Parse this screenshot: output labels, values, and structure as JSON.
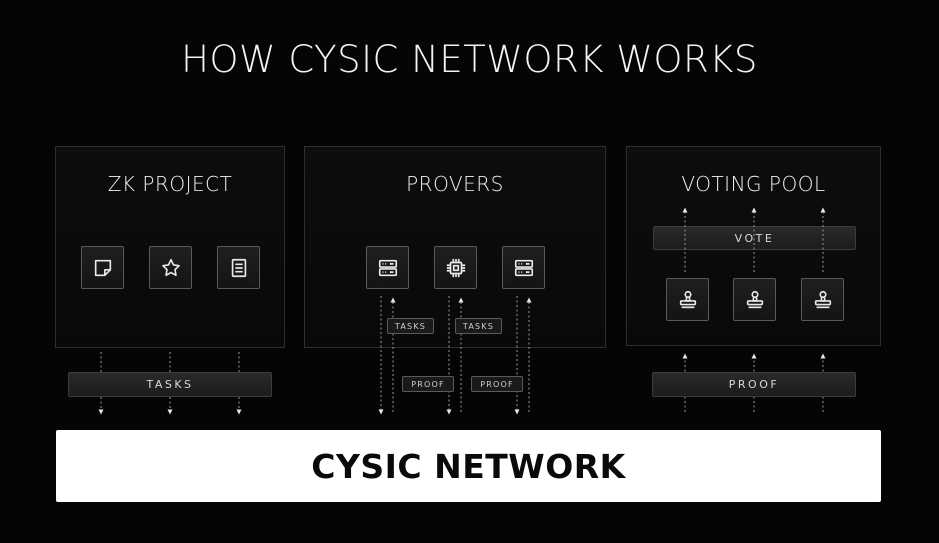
{
  "title": "HOW CYSIC NETWORK WORKS",
  "panels": {
    "zk_project": {
      "title": "ZK PROJECT",
      "icons": [
        "sticky-note-icon",
        "star-icon",
        "document-icon"
      ]
    },
    "provers": {
      "title": "PROVERS",
      "icons": [
        "server-icon",
        "cpu-chip-icon",
        "server-icon"
      ]
    },
    "voting_pool": {
      "title": "VOTING POOL",
      "icons": [
        "stamp-icon",
        "stamp-icon",
        "stamp-icon"
      ]
    }
  },
  "flows": {
    "zk_tasks_label": "TASKS",
    "provers_tasks_label": "TASKS",
    "provers_proof_label": "PROOF",
    "vote_label": "VOTE",
    "voting_proof_label": "PROOF"
  },
  "network": {
    "label": "CYSIC NETWORK"
  },
  "colors": {
    "background": "#050505",
    "panel_border": "#2e2e2e",
    "network_bg": "#ffffff",
    "network_text": "#0a0a0a"
  }
}
